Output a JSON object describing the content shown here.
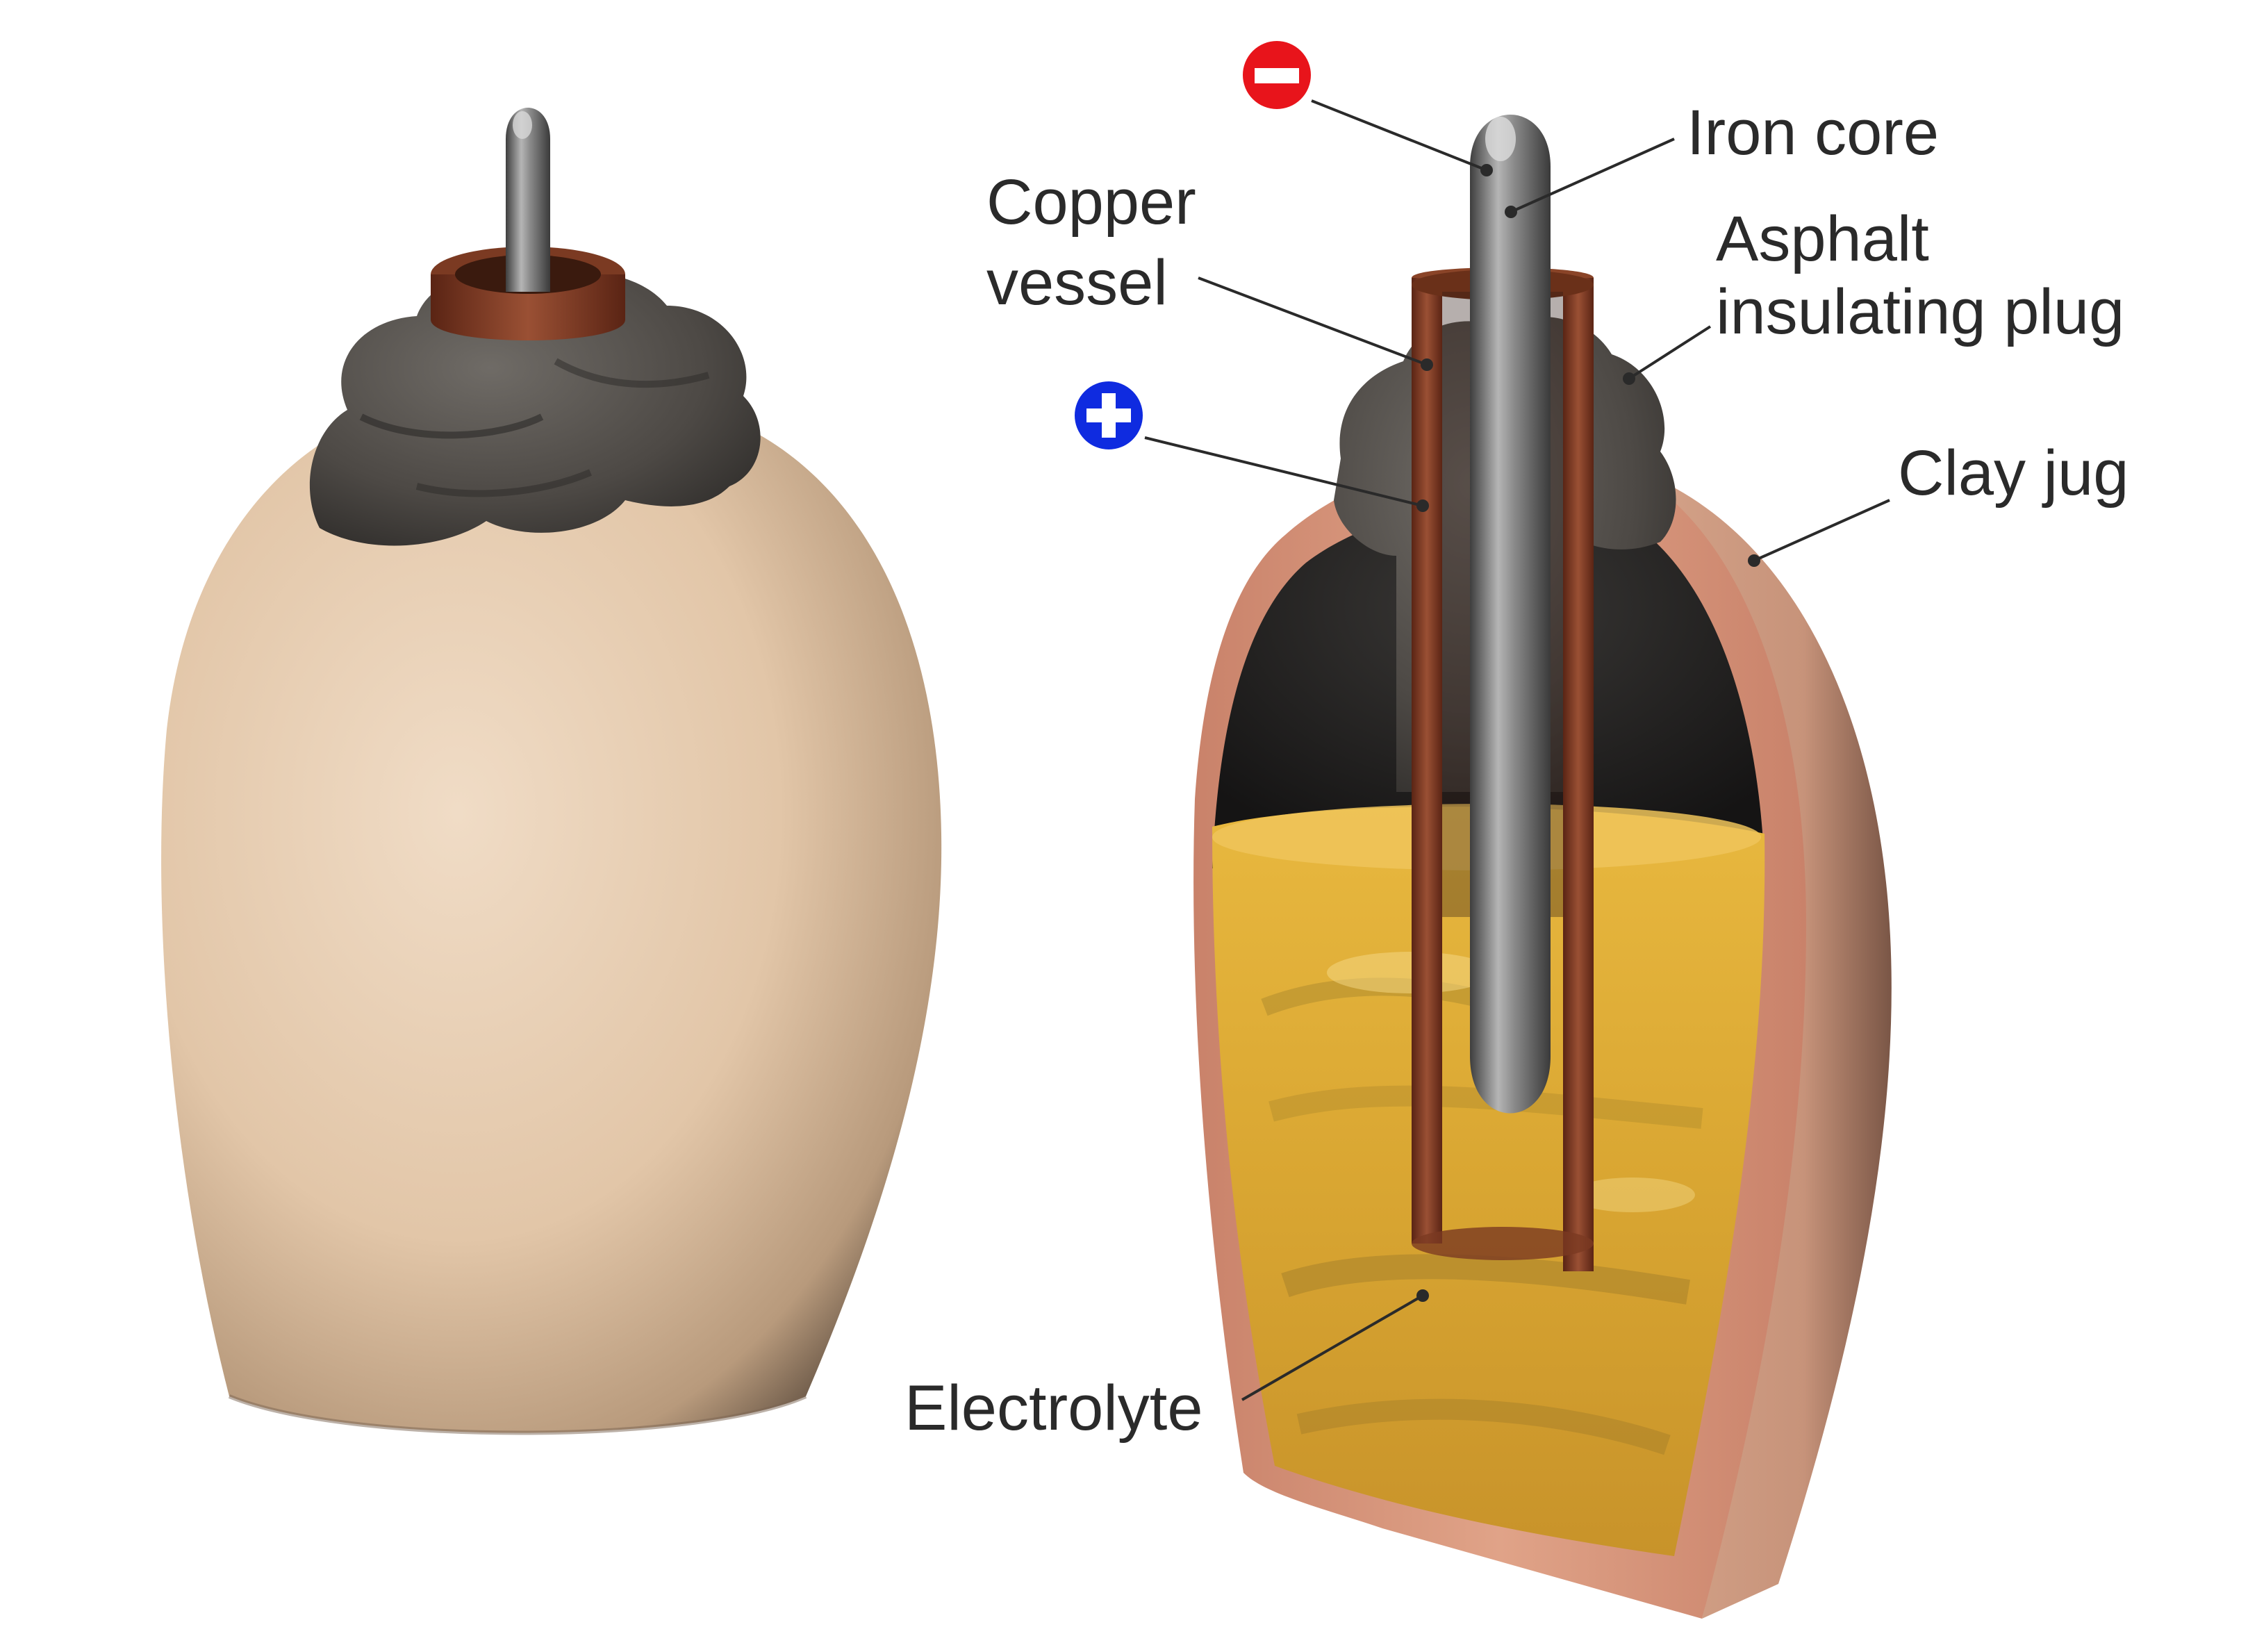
{
  "labels": {
    "iron_core": "Iron core",
    "copper_vessel_line1": "Copper",
    "copper_vessel_line2": "vessel",
    "asphalt_line1": "Asphalt",
    "asphalt_line2": "insulating plug",
    "clay_jug": "Clay jug",
    "electrolyte": "Electrolyte"
  },
  "terminals": {
    "negative": "−",
    "positive": "+"
  },
  "colors": {
    "negative": "#e8141b",
    "positive": "#0f2be0",
    "clay": "#e6cdb3",
    "clay_section": "#d9967a",
    "asphalt": "#4a4744",
    "copper": "#7b3a22",
    "iron": "#7d7d7d",
    "electrolyte": "#e0b23a"
  }
}
